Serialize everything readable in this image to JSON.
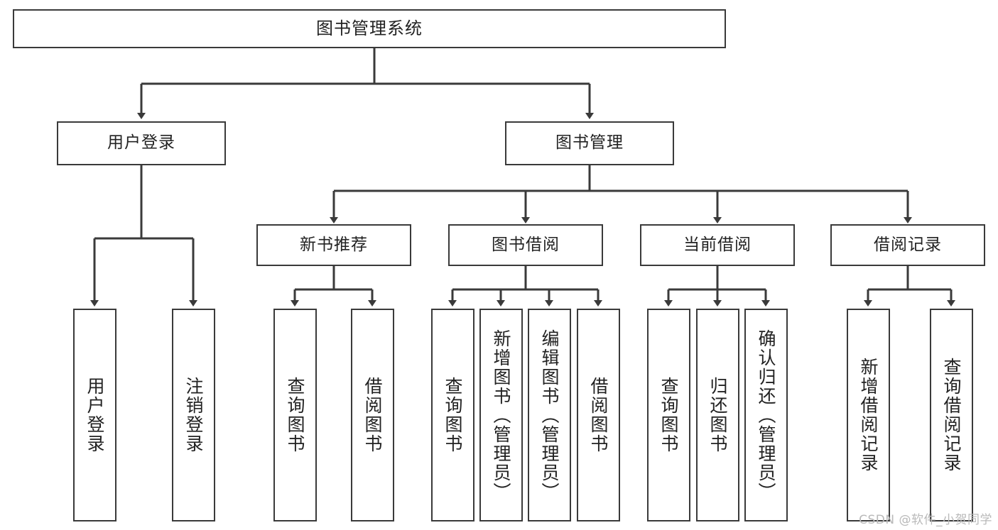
{
  "diagram": {
    "title": "图书管理系统",
    "type": "tree-hierarchy-diagram",
    "orientation": "top-down"
  },
  "root": {
    "label": "图书管理系统"
  },
  "level2": [
    {
      "id": "user-login",
      "label": "用户登录"
    },
    {
      "id": "book-management",
      "label": "图书管理"
    }
  ],
  "level3": [
    {
      "id": "new-book-recommend",
      "label": "新书推荐",
      "parent": "book-management"
    },
    {
      "id": "book-borrow",
      "label": "图书借阅",
      "parent": "book-management"
    },
    {
      "id": "current-borrow",
      "label": "当前借阅",
      "parent": "book-management"
    },
    {
      "id": "borrow-record",
      "label": "借阅记录",
      "parent": "book-management"
    }
  ],
  "leaves": [
    {
      "id": "leaf-user-login",
      "label": "用户登录",
      "parent": "user-login"
    },
    {
      "id": "leaf-user-logout",
      "label": "注销登录",
      "parent": "user-login"
    },
    {
      "id": "leaf-query-book-1",
      "label": "查询图书",
      "parent": "new-book-recommend"
    },
    {
      "id": "leaf-borrow-book-1",
      "label": "借阅图书",
      "parent": "new-book-recommend"
    },
    {
      "id": "leaf-query-book-2",
      "label": "查询图书",
      "parent": "book-borrow"
    },
    {
      "id": "leaf-add-book",
      "label": "新增图书（管理员）",
      "parent": "book-borrow"
    },
    {
      "id": "leaf-edit-book",
      "label": "编辑图书（管理员）",
      "parent": "book-borrow"
    },
    {
      "id": "leaf-borrow-book-2",
      "label": "借阅图书",
      "parent": "book-borrow"
    },
    {
      "id": "leaf-query-book-3",
      "label": "查询图书",
      "parent": "current-borrow"
    },
    {
      "id": "leaf-return-book",
      "label": "归还图书",
      "parent": "current-borrow"
    },
    {
      "id": "leaf-confirm-return",
      "label": "确认归还（管理员）",
      "parent": "current-borrow"
    },
    {
      "id": "leaf-add-record",
      "label": "新增借阅记录",
      "parent": "borrow-record"
    },
    {
      "id": "leaf-query-record",
      "label": "查询借阅记录",
      "parent": "borrow-record"
    }
  ],
  "watermark": {
    "text": "CSDN @软件_小贺同学"
  },
  "colors": {
    "stroke": "#3a3a3a",
    "text": "#222222",
    "background": "#ffffff",
    "watermark": "#b9b9b9"
  }
}
